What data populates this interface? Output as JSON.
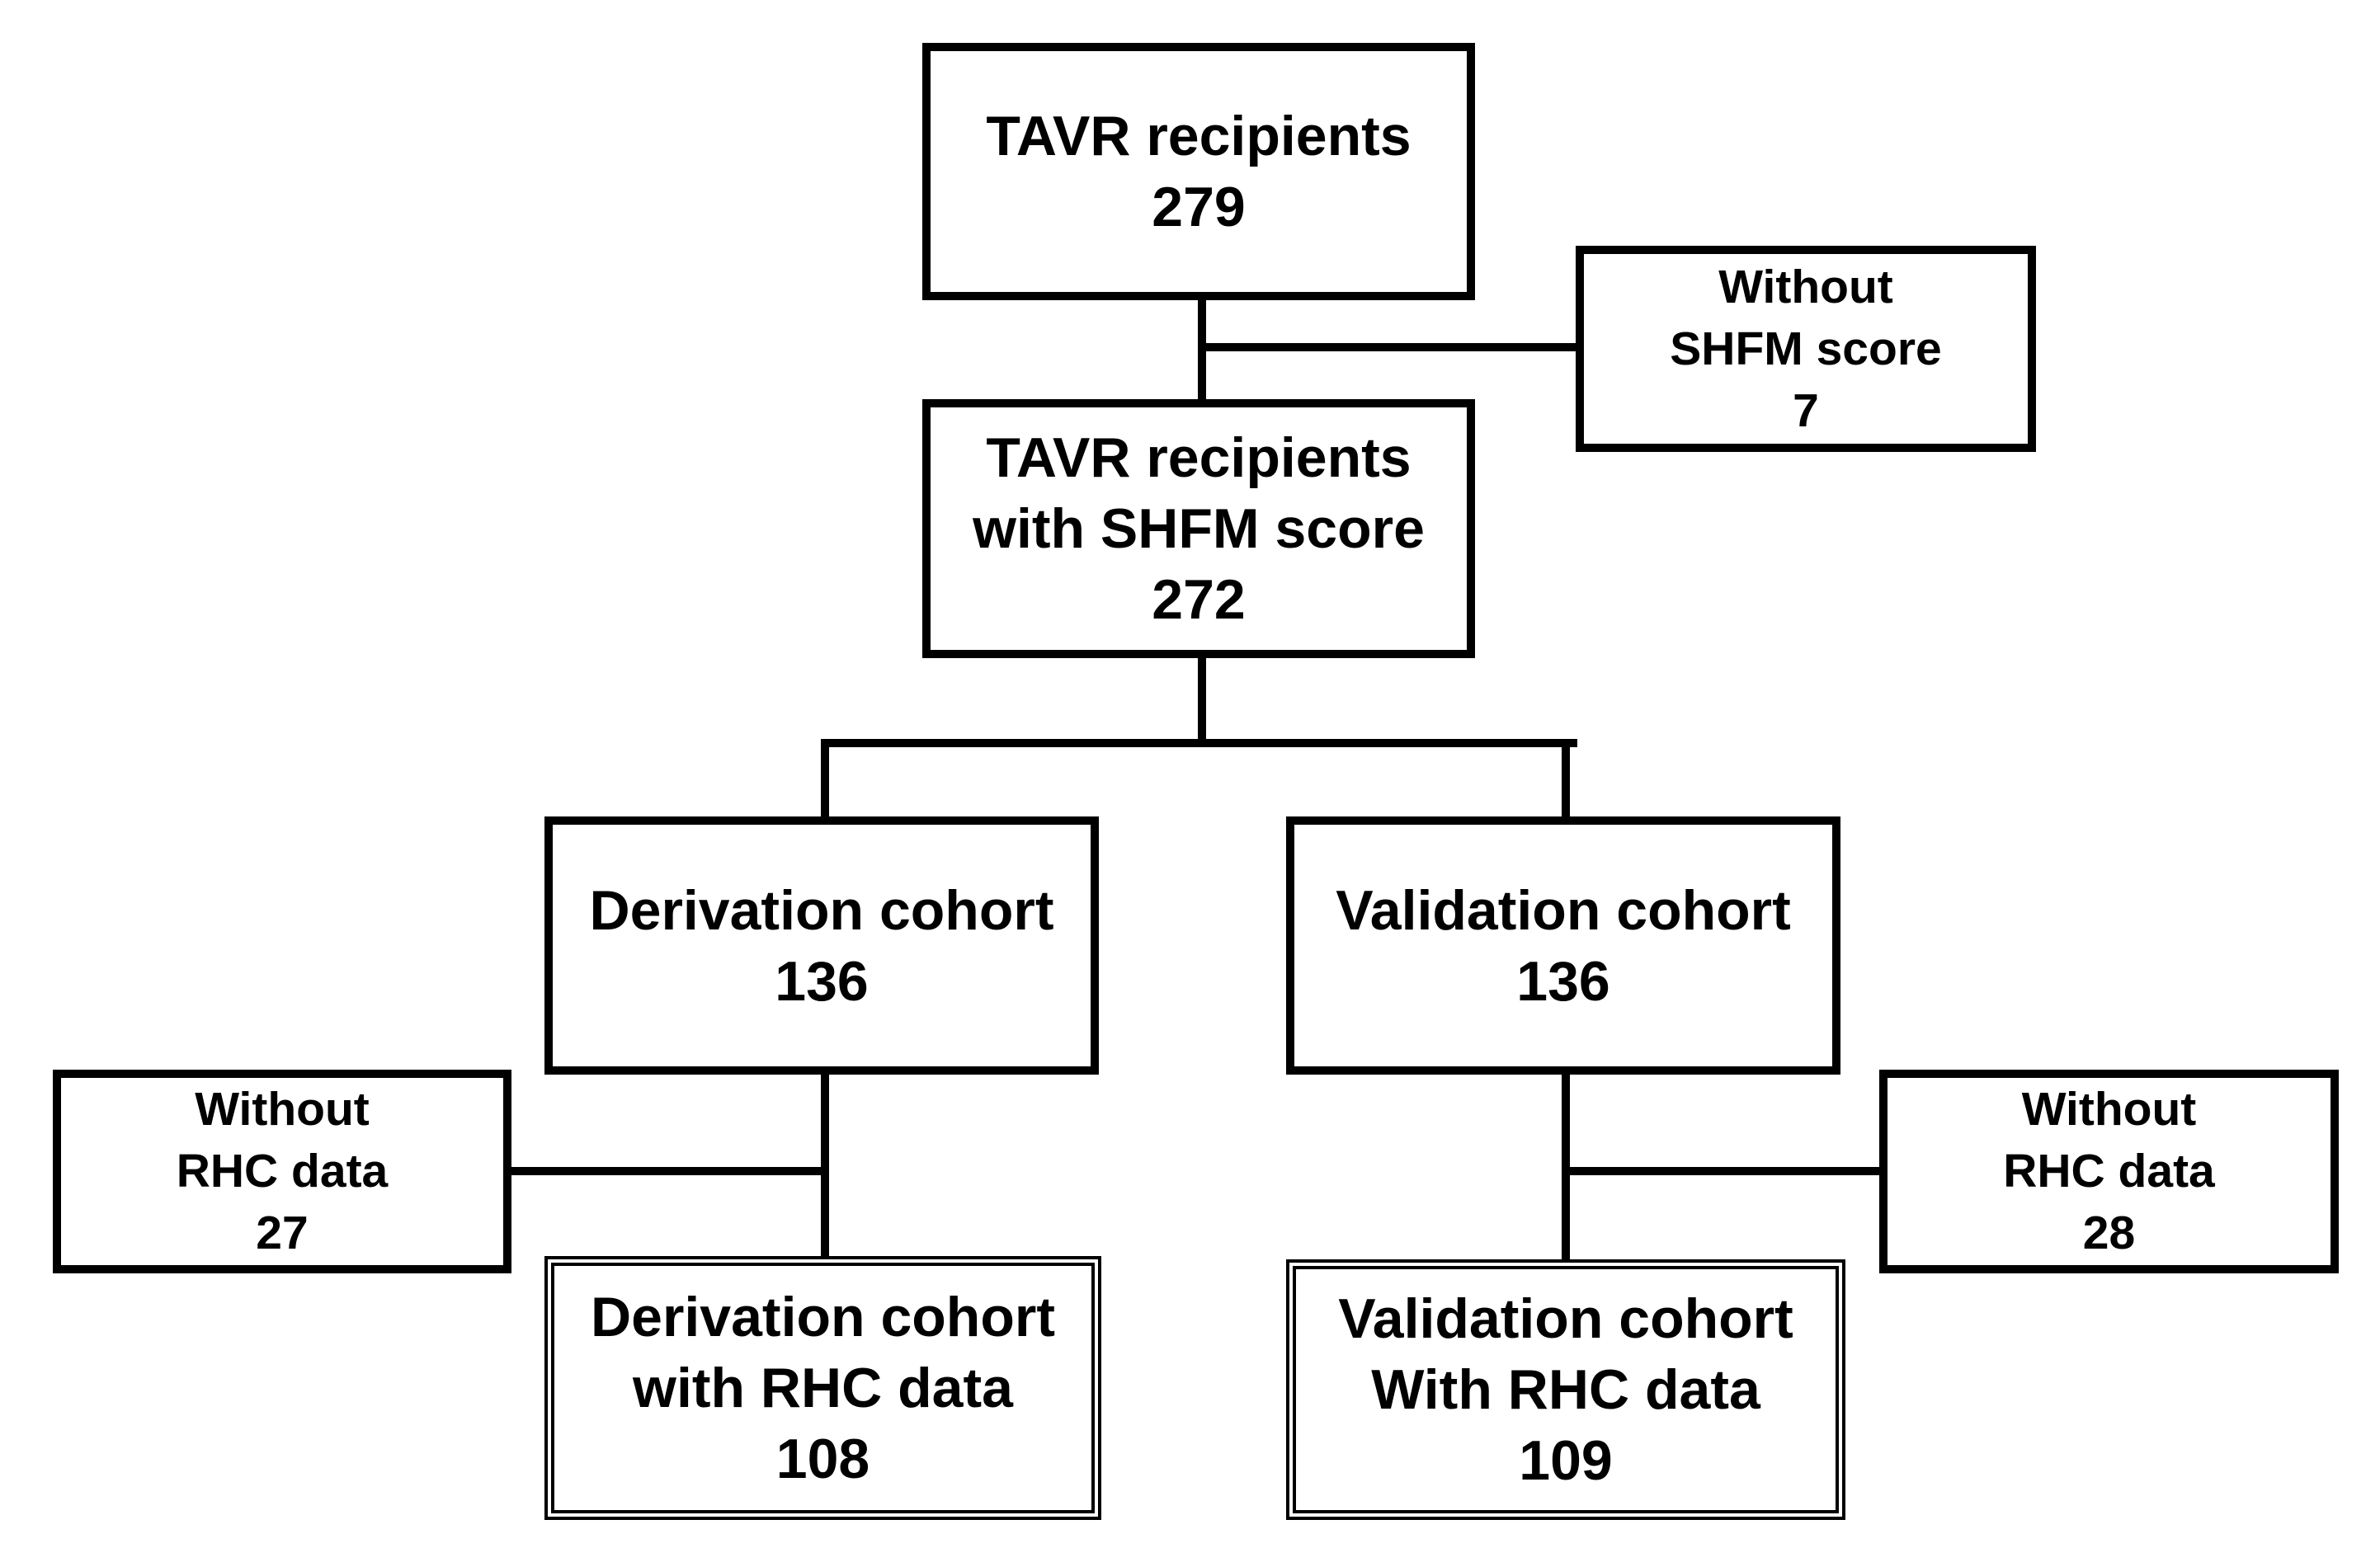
{
  "flowchart": {
    "total": {
      "line1": "TAVR recipients",
      "count": "279"
    },
    "excluded_shfm": {
      "line1": "Without",
      "line2": "SHFM score",
      "count": "7"
    },
    "with_shfm": {
      "line1": "TAVR recipients",
      "line2": "with SHFM score",
      "count": "272"
    },
    "derivation": {
      "line1": "Derivation cohort",
      "count": "136"
    },
    "validation": {
      "line1": "Validation cohort",
      "count": "136"
    },
    "derivation_excluded": {
      "line1": "Without",
      "line2": "RHC data",
      "count": "27"
    },
    "validation_excluded": {
      "line1": "Without",
      "line2": "RHC data",
      "count": "28"
    },
    "derivation_rhc": {
      "line1": "Derivation cohort",
      "line2": "with RHC data",
      "count": "108"
    },
    "validation_rhc": {
      "line1": "Validation cohort",
      "line2": "With RHC data",
      "count": "109"
    }
  }
}
